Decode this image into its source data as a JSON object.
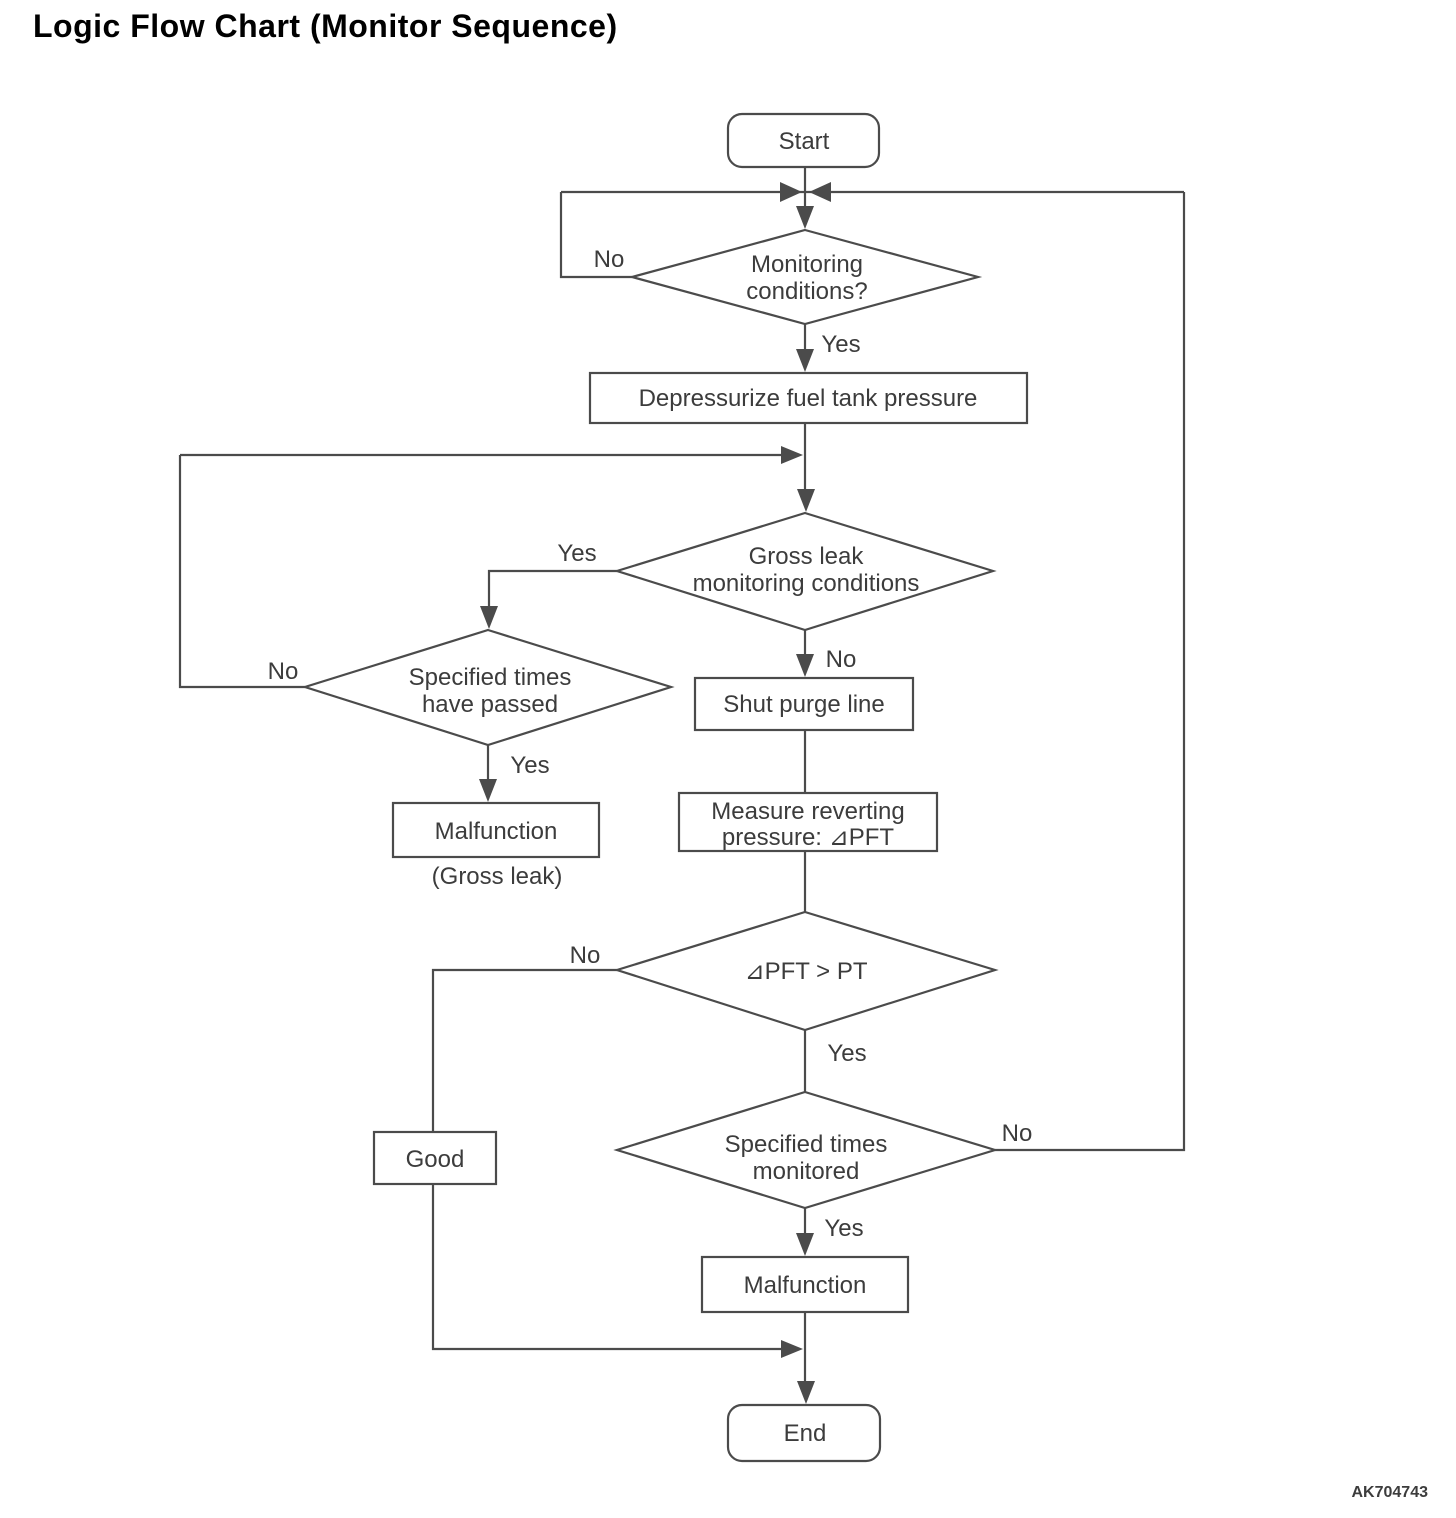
{
  "title": "Logic Flow Chart (Monitor Sequence)",
  "figure_code": "AK704743",
  "colors": {
    "background": "#ffffff",
    "line": "#4b4b4b",
    "text": "#3c3c3c",
    "title": "#000000"
  },
  "nodes": {
    "start": {
      "type": "terminator",
      "label": "Start"
    },
    "monitoring": {
      "type": "decision",
      "line1": "Monitoring",
      "line2": "conditions?"
    },
    "depressurize": {
      "type": "process",
      "label": "Depressurize fuel tank pressure"
    },
    "gross_leak": {
      "type": "decision",
      "line1": "Gross leak",
      "line2": "monitoring conditions"
    },
    "specified_passed": {
      "type": "decision",
      "line1": "Specified times",
      "line2": "have passed"
    },
    "malfunction_gross": {
      "type": "process",
      "label": "Malfunction",
      "caption": "(Gross leak)"
    },
    "shut_purge": {
      "type": "process",
      "label": "Shut purge line"
    },
    "measure": {
      "type": "process",
      "line1": "Measure reverting",
      "line2": "pressure:  ⊿PFT"
    },
    "dpft_compare": {
      "type": "decision",
      "label": "⊿PFT > PT"
    },
    "specified_monitored": {
      "type": "decision",
      "line1": "Specified times",
      "line2": "monitored"
    },
    "good": {
      "type": "process",
      "label": "Good"
    },
    "malfunction": {
      "type": "process",
      "label": "Malfunction"
    },
    "end": {
      "type": "terminator",
      "label": "End"
    }
  },
  "edge_labels": {
    "monitoring_no": "No",
    "monitoring_yes": "Yes",
    "gross_yes": "Yes",
    "gross_no": "No",
    "passed_no": "No",
    "passed_yes": "Yes",
    "dpft_no": "No",
    "dpft_yes": "Yes",
    "monitored_no": "No",
    "monitored_yes": "Yes"
  }
}
